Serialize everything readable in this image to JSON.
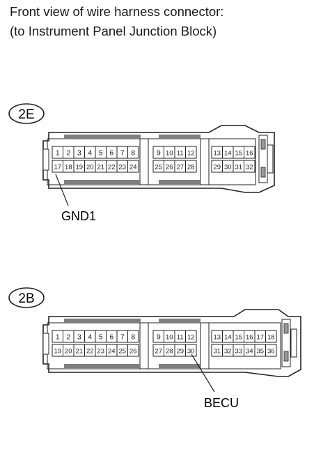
{
  "header": {
    "line1": "Front view of wire harness connector:",
    "line2": "(to Instrument Panel Junction Block)"
  },
  "connectors": [
    {
      "id": "2E",
      "groups": [
        {
          "top": [
            "1",
            "2",
            "3",
            "4",
            "5",
            "6",
            "7",
            "8"
          ],
          "bottom": [
            "17",
            "18",
            "19",
            "20",
            "21",
            "22",
            "23",
            "24"
          ]
        },
        {
          "top": [
            "9",
            "10",
            "11",
            "12"
          ],
          "bottom": [
            "25",
            "26",
            "27",
            "28"
          ]
        },
        {
          "top": [
            "13",
            "14",
            "15",
            "16"
          ],
          "bottom": [
            "29",
            "30",
            "31",
            "32"
          ]
        }
      ],
      "callout": {
        "label": "GND1",
        "pin": "17"
      }
    },
    {
      "id": "2B",
      "groups": [
        {
          "top": [
            "1",
            "2",
            "3",
            "4",
            "5",
            "6",
            "7",
            "8"
          ],
          "bottom": [
            "19",
            "20",
            "21",
            "22",
            "23",
            "24",
            "25",
            "26"
          ]
        },
        {
          "top": [
            "9",
            "10",
            "11",
            "12"
          ],
          "bottom": [
            "27",
            "28",
            "29",
            "30"
          ]
        },
        {
          "top": [
            "13",
            "14",
            "15",
            "16",
            "17",
            "18"
          ],
          "bottom": [
            "31",
            "32",
            "33",
            "34",
            "35",
            "36"
          ]
        }
      ],
      "callout": {
        "label": "BECU",
        "pin": "30"
      }
    }
  ]
}
